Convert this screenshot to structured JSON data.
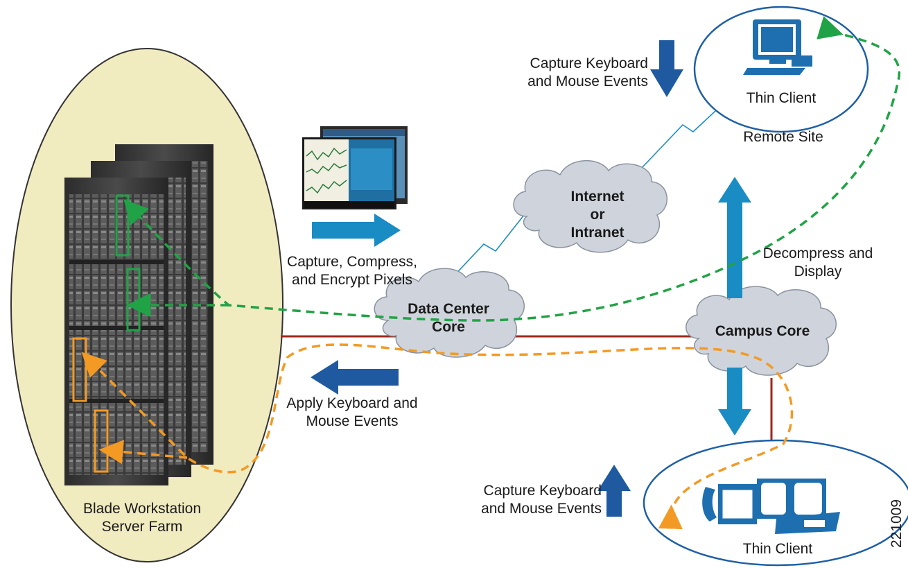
{
  "diagram": {
    "nodes": {
      "server_farm": {
        "label_line1": "Blade Workstation",
        "label_line2": "Server Farm"
      },
      "data_center_core": {
        "label_line1": "Data Center",
        "label_line2": "Core"
      },
      "internet": {
        "label_line1": "Internet",
        "label_line2": "or",
        "label_line3": "Intranet"
      },
      "campus_core": {
        "label": "Campus Core"
      },
      "remote_thin_client": {
        "label": "Thin Client",
        "site_label": "Remote Site"
      },
      "campus_thin_client": {
        "label": "Thin Client"
      }
    },
    "annotations": {
      "capture_remote": {
        "line1": "Capture Keyboard",
        "line2": "and Mouse Events"
      },
      "capture_campus": {
        "line1": "Capture Keyboard",
        "line2": "and Mouse Events"
      },
      "compress": {
        "line1": "Capture, Compress,",
        "line2": "and Encrypt Pixels"
      },
      "decompress": {
        "line1": "Decompress and",
        "line2": "Display"
      },
      "apply": {
        "line1": "Apply Keyboard and",
        "line2": "Mouse Events"
      }
    },
    "figure_id": "221009",
    "colors": {
      "farm_fill": "#f1ebc0",
      "cloud_fill": "#cfd4dc",
      "link_red": "#9b2a1e",
      "arrow_dark_blue": "#1f5aa0",
      "arrow_light_blue": "#1a8cc4",
      "remote_path_green": "#20a346",
      "campus_path_orange": "#f39a24",
      "client_blue": "#1e6fb0"
    }
  }
}
